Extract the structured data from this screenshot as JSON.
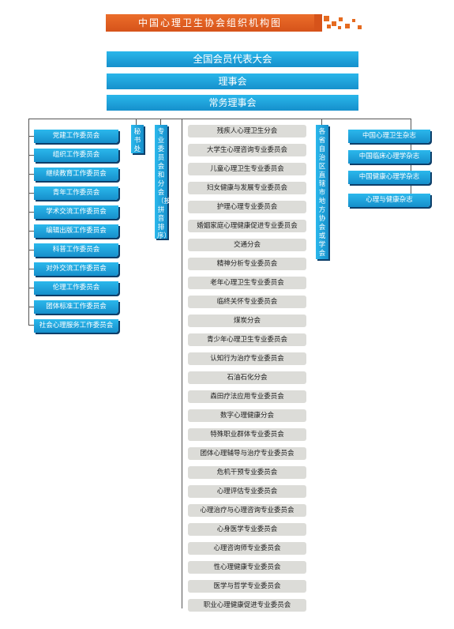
{
  "title": "中国心理卫生协会组织机构图",
  "tiers": [
    "全国会员代表大会",
    "理事会",
    "常务理事会"
  ],
  "left_committees": [
    "党建工作委员会",
    "组织工作委员会",
    "继续教育工作委员会",
    "青年工作委员会",
    "学术交流工作委员会",
    "编辑出版工作委员会",
    "科普工作委员会",
    "对外交流工作委员会",
    "伦理工作委员会",
    "团体标准工作委员会",
    "社会心理服务工作委员会"
  ],
  "secretariat": "秘书处",
  "branches_header": "专业委员会和分会（按拼音排序）",
  "branches": [
    "残疾人心理卫生分会",
    "大学生心理咨询专业委员会",
    "儿童心理卫生专业委员会",
    "妇女健康与发展专业委员会",
    "护理心理专业委员会",
    "婚姻家庭心理健康促进专业委员会",
    "交通分会",
    "精神分析专业委员会",
    "老年心理卫生专业委员会",
    "临终关怀专业委员会",
    "煤炭分会",
    "青少年心理卫生专业委员会",
    "认知行为治疗专业委员会",
    "石油石化分会",
    "森田疗法应用专业委员会",
    "数字心理健康分会",
    "特殊职业群体专业委员会",
    "团体心理辅导与治疗专业委员会",
    "危机干预专业委员会",
    "心理评估专业委员会",
    "心理治疗与心理咨询专业委员会",
    "心身医学专业委员会",
    "心理咨询师专业委员会",
    "性心理健康专业委员会",
    "医学与哲学专业委员会",
    "职业心理健康促进专业委员会"
  ],
  "local_associations": "各省自治区直辖市地方协会或学会",
  "journals": [
    "中国心理卫生杂志",
    "中国临床心理学杂志",
    "中国健康心理学杂志",
    "心理与健康杂志"
  ],
  "colors": {
    "header_orange": "#e56a1f",
    "blue": "#1e9fd9",
    "gray_box": "#dcdcd8"
  }
}
